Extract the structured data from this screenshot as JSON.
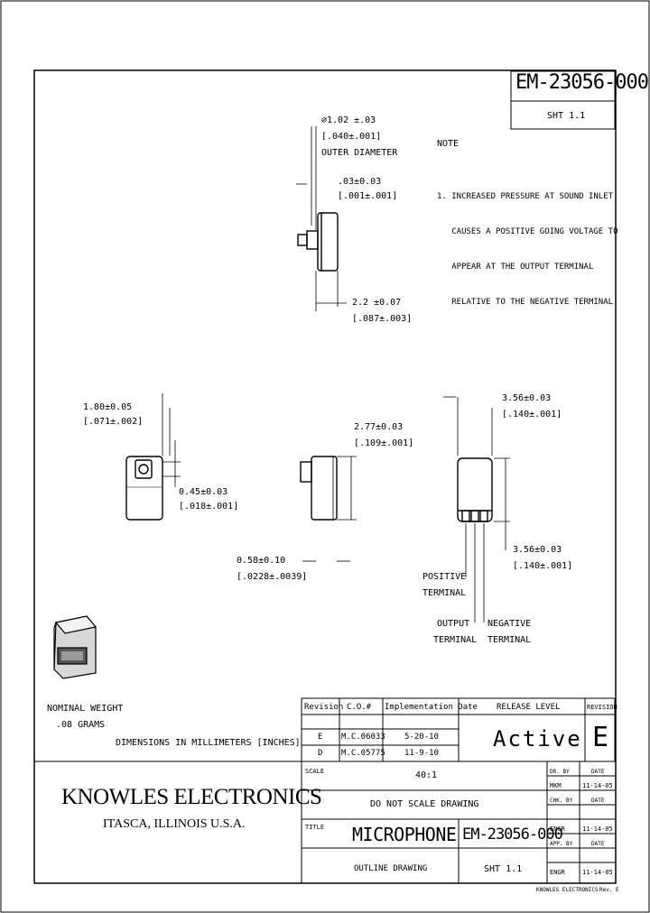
{
  "header": {
    "doc_number": "EM-23056-000",
    "sheet": "SHT 1.1"
  },
  "note": {
    "title": "NOTE",
    "lines": [
      "1. INCREASED PRESSURE AT SOUND INLET",
      "   CAUSES A POSITIVE GOING VOLTAGE TO",
      "   APPEAR AT THE OUTPUT TERMINAL",
      "   RELATIVE TO THE NEGATIVE TERMINAL"
    ]
  },
  "top_view": {
    "dim_diameter": [
      "∅1.02 ±.03",
      "[.040±.001]",
      "OUTER DIAMETER"
    ],
    "dim_port": [
      ".03±0.03",
      "[.001±.001]"
    ],
    "dim_length": [
      "2.2 ±0.07",
      "[.087±.003]"
    ]
  },
  "left_view": {
    "dim_top": [
      "1.80±0.05",
      "[.071±.002]"
    ],
    "dim_port": [
      "0.45±0.03",
      "[.018±.001]"
    ]
  },
  "mid_view": {
    "dim_top": [
      "2.77±0.03",
      "[.109±.001]"
    ],
    "dim_bottom": [
      "0.58±0.10",
      "[.0228±.0039]"
    ]
  },
  "right_view": {
    "dim_top": [
      "3.56±0.03",
      "[.140±.001]"
    ],
    "dim_bottom": [
      "3.56±0.03",
      "[.140±.001]"
    ],
    "label_positive": [
      "POSITIVE",
      "TERMINAL"
    ],
    "label_output": [
      "OUTPUT",
      "TERMINAL"
    ],
    "label_negative": [
      "NEGATIVE",
      "TERMINAL"
    ]
  },
  "weight": [
    "NOMINAL WEIGHT",
    ".08 GRAMS"
  ],
  "dimensions_note": "DIMENSIONS IN MILLIMETERS [INCHES]",
  "revision_table": {
    "headers": [
      "Revision",
      "C.O.#",
      "Implementation Date"
    ],
    "rows": [
      [
        "E",
        "M.C.06033",
        "5-20-10"
      ],
      [
        "D",
        "M.C.05775",
        "11-9-10"
      ]
    ]
  },
  "release": {
    "header": "RELEASE LEVEL",
    "value": "Active",
    "rev_header": "REVISION",
    "rev_value": "E"
  },
  "title_block": {
    "company": "KNOWLES ELECTRONICS",
    "location": "ITASCA, ILLINOIS U.S.A.",
    "scale_label": "SCALE",
    "scale_value": "40:1",
    "no_scale": "DO NOT SCALE DRAWING",
    "title_label": "TITLE",
    "title": "MICROPHONE",
    "doc_number": "EM-23056-000",
    "subtitle": "OUTLINE DRAWING",
    "sheet": "SHT 1.1",
    "side_rows": [
      [
        "DR. BY",
        "DATE"
      ],
      [
        "MKM",
        "11-14-05"
      ],
      [
        "CHK. BY",
        "DATE"
      ],
      [
        "ENGR",
        "11-14-05"
      ],
      [
        "APP. BY",
        "DATE"
      ],
      [
        "ENGR",
        "11-14-05"
      ]
    ],
    "footer_left": "KNOWLES ELECTRONICS",
    "footer_right": "Rev. E"
  }
}
